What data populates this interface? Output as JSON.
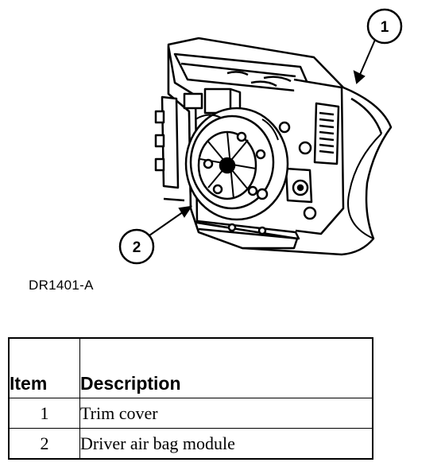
{
  "figure": {
    "callouts": [
      "1",
      "2"
    ],
    "figure_id": "DR1401-A"
  },
  "legend": {
    "headers": {
      "item": "Item",
      "description": "Description"
    },
    "rows": [
      {
        "item": "1",
        "description": "Trim cover"
      },
      {
        "item": "2",
        "description": "Driver air bag module"
      }
    ]
  }
}
